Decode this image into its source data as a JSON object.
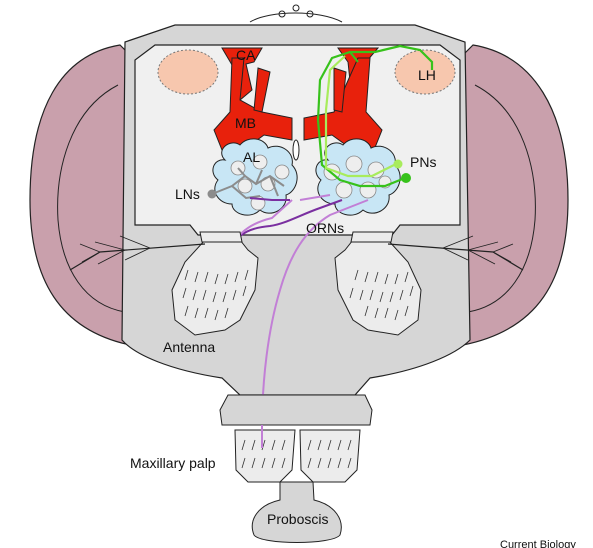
{
  "labels": {
    "ca": "CA",
    "mb": "MB",
    "lh": "LH",
    "al": "AL",
    "lns": "LNs",
    "pns": "PNs",
    "orns": "ORNs",
    "antenna": "Antenna",
    "maxillary_palp": "Maxillary palp",
    "proboscis": "Proboscis",
    "credit": "Current Biology"
  },
  "colors": {
    "eye": "#c9a0ac",
    "head_capsule": "#d6d6d6",
    "brain": "#f0f0f0",
    "mushroom_body": "#e8210c",
    "lateral_horn": "#f7c7ae",
    "antennal_lobe": "#c8e6f5",
    "orn_axon": "#c27fd6",
    "orn_axon_dark": "#7a2fa0",
    "projection_neuron": "#37c21b",
    "projection_neuron_light": "#a8ec5c",
    "local_neuron": "#8c8c8c"
  }
}
